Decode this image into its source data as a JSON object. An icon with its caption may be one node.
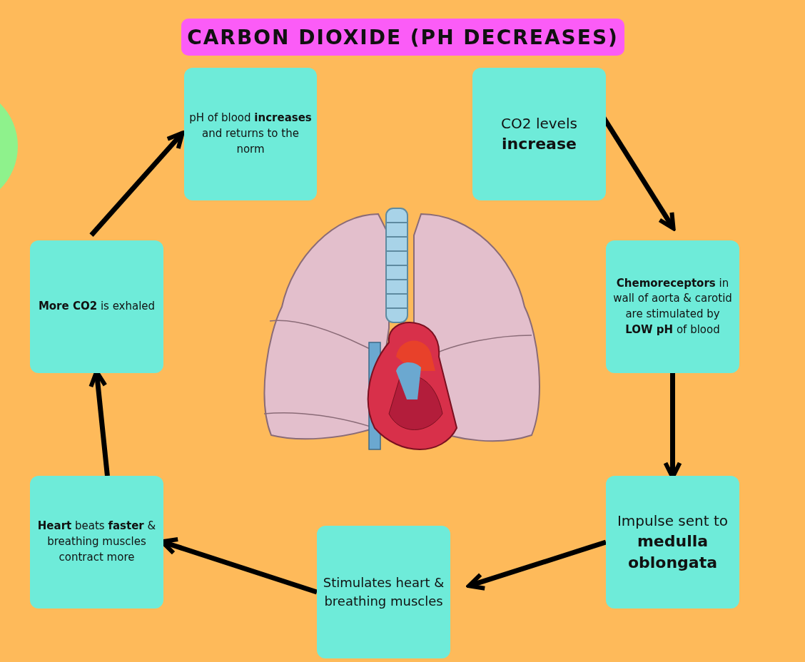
{
  "diagram": {
    "title": "CARBON DIOXIDE (PH DECREASES)",
    "nodes": [
      {
        "text": [
          "pH of blood **increases** and returns to the norm"
        ]
      },
      {
        "text": [
          "CO2 levels **increase**"
        ]
      },
      {
        "text": [
          "**More CO2** is exhaled"
        ]
      },
      {
        "text": [
          "**Chemoreceptors** in wall of aorta & carotid are stimulated by **LOW pH** of blood"
        ]
      },
      {
        "text": [
          "**Heart** beats **faster** & breathing muscles contract more"
        ]
      },
      {
        "text": [
          "Impulse sent to **medulla oblongata**"
        ]
      },
      {
        "text": [
          "Stimulates heart & breathing muscles"
        ]
      }
    ],
    "edges": [
      {
        "from": 1,
        "to": 3,
        "arrow": "to"
      },
      {
        "from": 3,
        "to": 5,
        "arrow": "to"
      },
      {
        "from": 5,
        "to": 6,
        "arrow": "to"
      },
      {
        "from": 6,
        "to": 4,
        "arrow": "to"
      },
      {
        "from": 4,
        "to": 2,
        "arrow": "to"
      },
      {
        "from": 2,
        "to": 0,
        "arrow": "to"
      }
    ]
  }
}
